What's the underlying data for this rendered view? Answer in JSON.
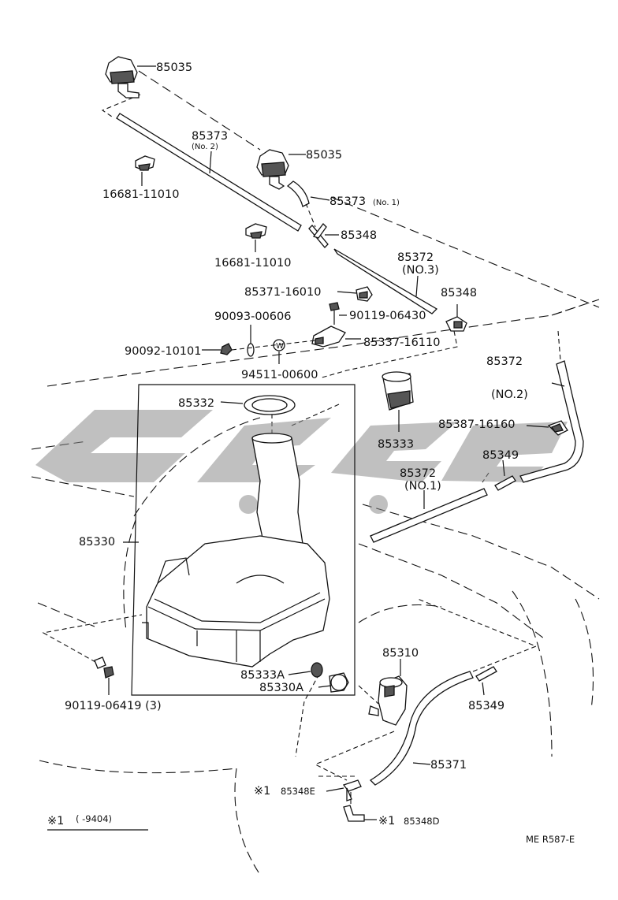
{
  "parts": {
    "nozzle_upper": "85035",
    "nozzle_lower": "85035",
    "hose_no2_code": "85373",
    "hose_no2_suffix": "(No. 2)",
    "hose_no1_code": "85373",
    "hose_no1_suffix": "(No. 1)",
    "grommet_upper": "16681-11010",
    "grommet_lower": "16681-11010",
    "tee_upper": "85348",
    "hose_372_no3_code": "85372",
    "hose_372_no3_suffix": "(NO.3)",
    "clip_85371": "85371-16010",
    "tee_right": "85348",
    "bolt_upper": "90119-06430",
    "washer_00606": "90093-00606",
    "nut_10101": "90092-10101",
    "bracket_85337": "85337-16110",
    "washer_94511": "94511-00600",
    "hose_372_no2_code": "85372",
    "hose_372_no2_suffix": "(NO.2)",
    "cap_85332": "85332",
    "strainer_85333": "85333",
    "clamp_85387": "85387-16160",
    "joint_upper_85349": "85349",
    "hose_372_no1_code": "85372",
    "hose_372_no1_suffix": "(NO.1)",
    "tank_85330": "85330",
    "pump_85310": "85310",
    "grommet_85333A": "85333A",
    "cap_85330A": "85330A",
    "joint_lower_85349": "85349",
    "bolt_lower": "90119-06419 (3)",
    "hose_85371": "85371",
    "tee_85348E_mark": "※1",
    "tee_85348E_code": "85348E",
    "elbow_85348D_mark": "※1",
    "elbow_85348D_code": "85348D"
  },
  "footnote": {
    "mark": "※1",
    "text": "(       -9404)"
  },
  "diagram_code": "ME  R587-E",
  "watermark": "ﺗﻮﯾﻮﺗﺎ"
}
